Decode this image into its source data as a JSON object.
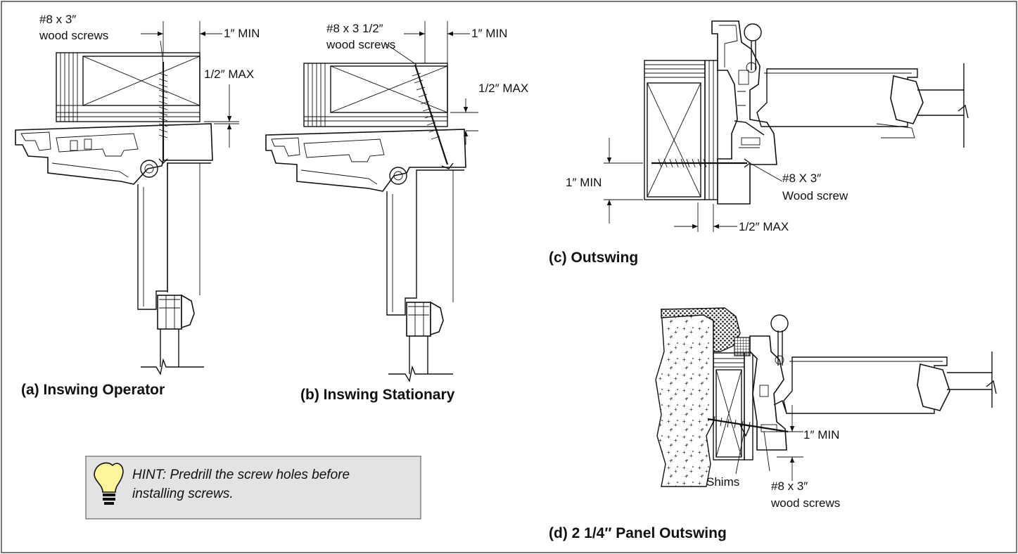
{
  "diagrams": {
    "a": {
      "caption": "(a) Inswing Operator",
      "screw_label_1": "#8 x 3″",
      "screw_label_2": "wood screws",
      "min_label": "1″ MIN",
      "max_label": "1/2″ MAX"
    },
    "b": {
      "caption": "(b) Inswing Stationary",
      "screw_label_1": "#8 x 3 1/2″",
      "screw_label_2": "wood screws",
      "min_label": "1″ MIN",
      "max_label": "1/2″ MAX"
    },
    "c": {
      "caption": "(c) Outswing",
      "screw_label_1": "#8 X 3″",
      "screw_label_2": "Wood screw",
      "min_label": "1″ MIN",
      "max_label": "1/2″ MAX"
    },
    "d": {
      "caption": "(d) 2 1/4″ Panel Outswing",
      "screw_label_1": "#8 x 3″",
      "screw_label_2": "wood screws",
      "min_label": "1″ MIN",
      "shims_label": "Shims"
    }
  },
  "hint": {
    "icon": "lightbulb-icon",
    "line1": "HINT: Predrill the screw holes before",
    "line2": "installing screws.",
    "bg_color": "#e3e3e3",
    "bulb_color": "#fff59a"
  }
}
